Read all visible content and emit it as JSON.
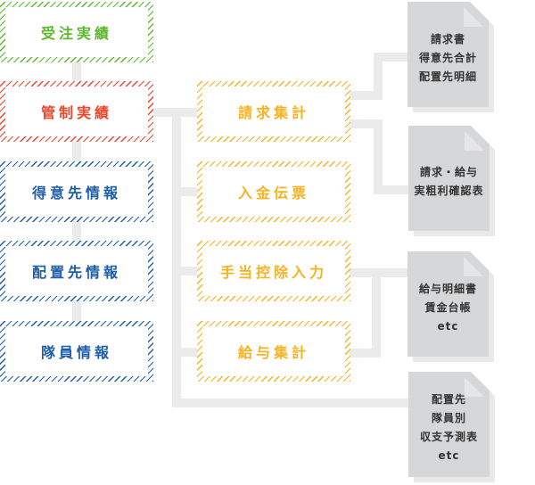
{
  "colors": {
    "green": "#5cb82d",
    "red": "#f0452a",
    "blue": "#1f5ea8",
    "orange": "#f5b323",
    "connector": "#ebebeb",
    "doc": "#d6d7d9"
  },
  "left_boxes": [
    {
      "label": "受注実績",
      "color": "#5cb82d"
    },
    {
      "label": "管制実績",
      "color": "#f0452a"
    },
    {
      "label": "得意先情報",
      "color": "#1f5ea8"
    },
    {
      "label": "配置先情報",
      "color": "#1f5ea8"
    },
    {
      "label": "隊員情報",
      "color": "#1f5ea8"
    }
  ],
  "middle_boxes": [
    {
      "label": "請求集計"
    },
    {
      "label": "入金伝票"
    },
    {
      "label": "手当控除入力"
    },
    {
      "label": "給与集計"
    }
  ],
  "documents": [
    {
      "lines": [
        "請求書",
        "得意先合計",
        "配置先明細"
      ]
    },
    {
      "lines": [
        "請求・給与",
        "実粗利確認表"
      ]
    },
    {
      "lines": [
        "給与明細書",
        "賃金台帳",
        "etc"
      ]
    },
    {
      "lines": [
        "配置先",
        "隊員別",
        "収支予測表",
        "etc"
      ]
    }
  ]
}
